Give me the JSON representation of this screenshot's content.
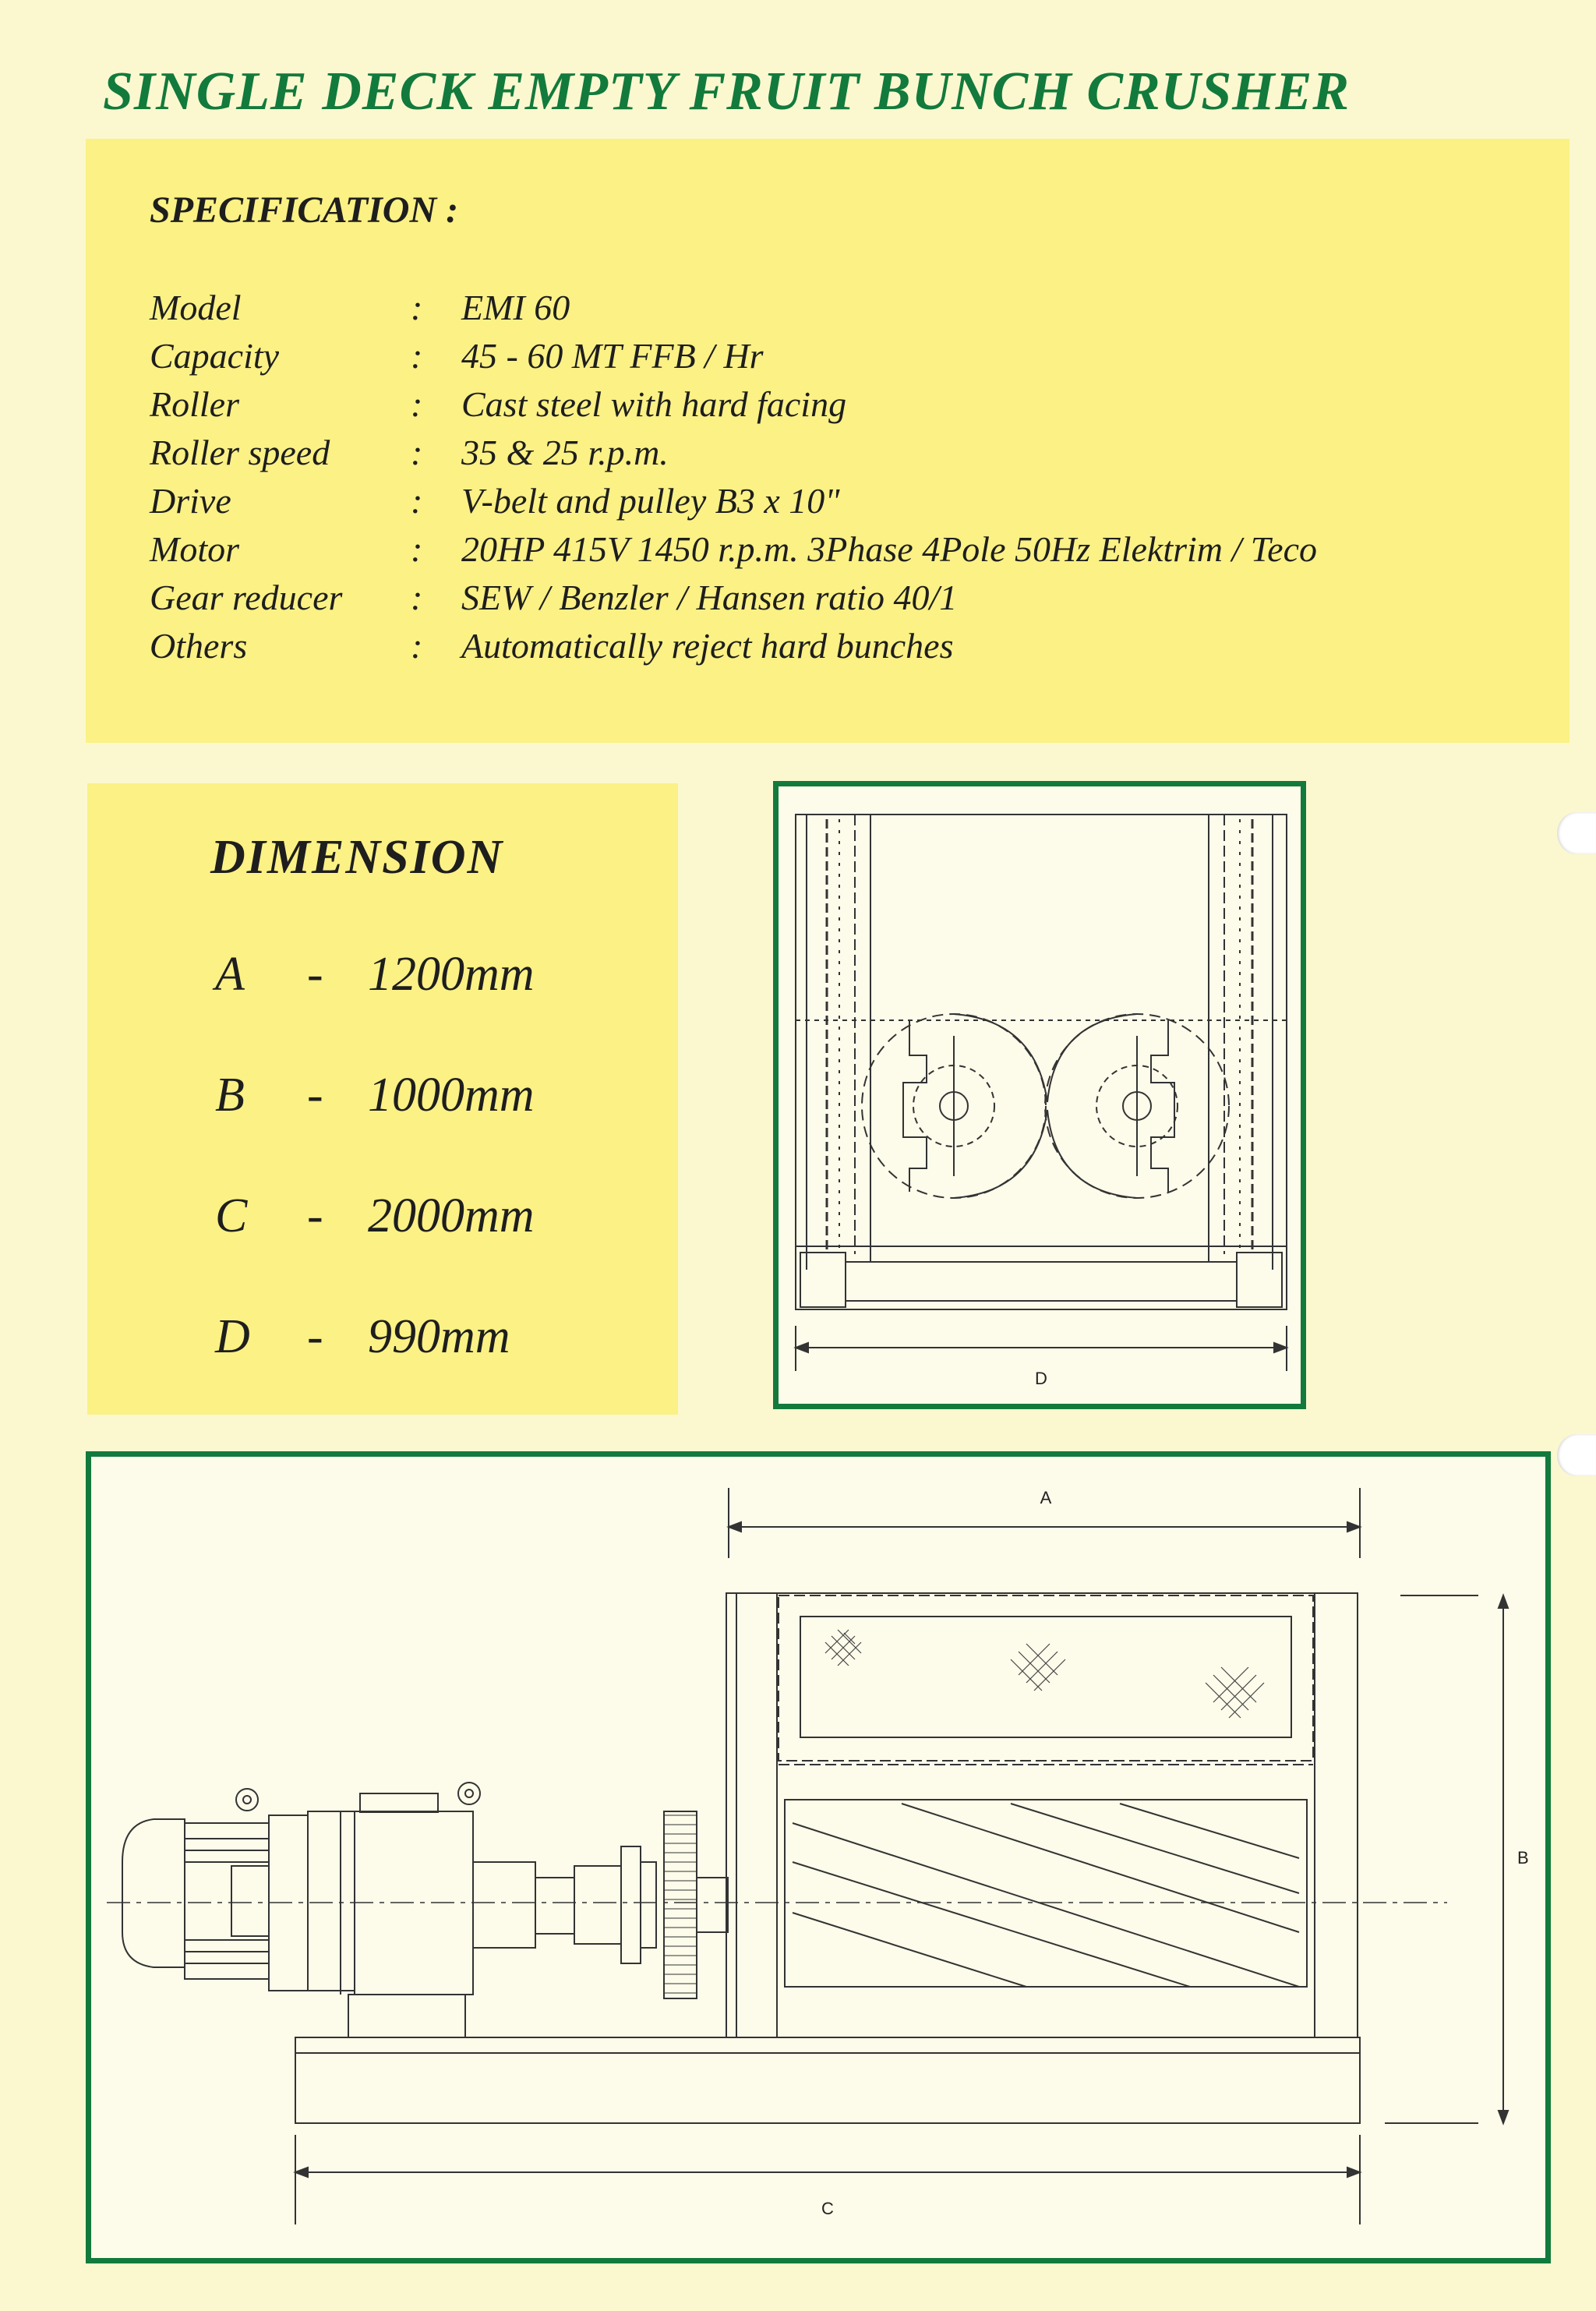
{
  "title": "SINGLE DECK EMPTY FRUIT BUNCH CRUSHER",
  "specification": {
    "heading": "SPECIFICATION :",
    "rows": [
      {
        "label": "Model",
        "value": "EMI 60"
      },
      {
        "label": "Capacity",
        "value": "45 - 60 MT FFB / Hr"
      },
      {
        "label": "Roller",
        "value": "Cast steel with hard facing"
      },
      {
        "label": "Roller speed",
        "value": "35 & 25 r.p.m."
      },
      {
        "label": "Drive",
        "value": "V-belt and pulley B3 x 10\""
      },
      {
        "label": "Motor",
        "value": "20HP 415V 1450 r.p.m. 3Phase 4Pole 50Hz Elektrim / Teco"
      },
      {
        "label": "Gear reducer",
        "value": "SEW / Benzler / Hansen ratio 40/1"
      },
      {
        "label": "Others",
        "value": "Automatically reject hard bunches"
      }
    ],
    "separator": ":"
  },
  "dimension": {
    "heading": "DIMENSION",
    "separator": "-",
    "rows": [
      {
        "letter": "A",
        "value": "1200mm"
      },
      {
        "letter": "B",
        "value": "1000mm"
      },
      {
        "letter": "C",
        "value": "2000mm"
      },
      {
        "letter": "D",
        "value": "990mm"
      }
    ]
  },
  "drawing_labels": {
    "a": "A",
    "b": "B",
    "c": "C",
    "d": "D"
  },
  "colors": {
    "brand_green": "#127a3c",
    "panel_yellow": "#fbf185",
    "page_cream": "#fbf8cf",
    "line_ink": "#333333"
  }
}
